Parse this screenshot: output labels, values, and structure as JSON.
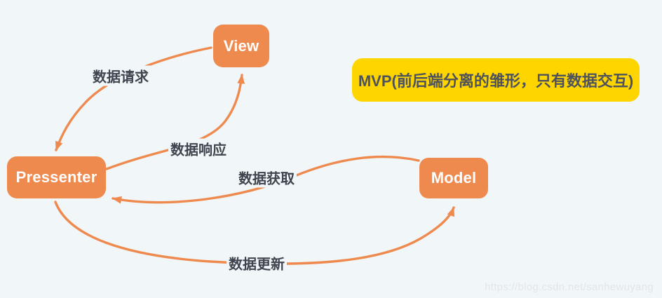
{
  "diagram": {
    "banner": {
      "text": "MVP(前后端分离的雏形，只有数据交互)"
    },
    "nodes": [
      {
        "id": "view",
        "label": "View"
      },
      {
        "id": "pressenter",
        "label": "Pressenter"
      },
      {
        "id": "model",
        "label": "Model"
      }
    ],
    "edges": [
      {
        "id": "data-request",
        "label": "数据请求",
        "from": "View",
        "to": "Pressenter"
      },
      {
        "id": "data-response",
        "label": "数据响应",
        "from": "Pressenter",
        "to": "View"
      },
      {
        "id": "data-fetch",
        "label": "数据获取",
        "from": "Model",
        "to": "Pressenter"
      },
      {
        "id": "data-update",
        "label": "数据更新",
        "from": "Pressenter",
        "to": "Model"
      }
    ],
    "colors": {
      "background": "#F1F6F9",
      "node_fill": "#EF8A4F",
      "node_text": "#FFFFFF",
      "arrow": "#EF8A4F",
      "banner_fill": "#FFD500",
      "banner_text": "#4D525C",
      "edge_label_text": "#40444E",
      "watermark_text": "#E2E6EB"
    },
    "watermark": {
      "text": "https://blog.csdn.net/sanhewuyang"
    }
  }
}
